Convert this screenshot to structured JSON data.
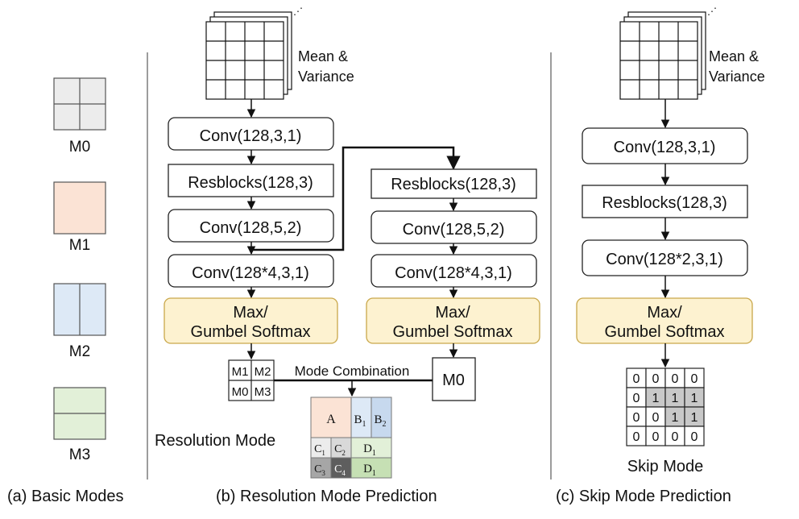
{
  "basic_modes": {
    "caption": "(a) Basic Modes",
    "m0": "M0",
    "m1": "M1",
    "m2": "M2",
    "m3": "M3"
  },
  "resolution": {
    "caption": "(b) Resolution Mode Prediction",
    "input_label_line1": "Mean &",
    "input_label_line2": "Variance",
    "conv1": "Conv(128,3,1)",
    "resblocks_left": "Resblocks(128,3)",
    "conv2_left": "Conv(128,5,2)",
    "conv3_left": "Conv(128*4,3,1)",
    "softmax_left_line1": "Max/",
    "softmax_left_line2": "Gumbel Softmax",
    "resblocks_right": "Resblocks(128,3)",
    "conv2_right": "Conv(128,5,2)",
    "conv3_right": "Conv(128*4,3,1)",
    "softmax_right_line1": "Max/",
    "softmax_right_line2": "Gumbel Softmax",
    "mini_grid": [
      "M1",
      "M2",
      "M0",
      "M3"
    ],
    "mode_combination": "Mode Combination",
    "m0_box": "M0",
    "resolution_mode": "Resolution Mode",
    "cells": {
      "a": "A",
      "b": "B",
      "b1": "1",
      "b2": "2",
      "c": "C",
      "c1": "1",
      "c2": "2",
      "c3": "3",
      "c4": "4",
      "d": "D",
      "d1": "1"
    }
  },
  "skip": {
    "caption": "(c) Skip Mode Prediction",
    "input_label_line1": "Mean &",
    "input_label_line2": "Variance",
    "conv1": "Conv(128,3,1)",
    "resblocks": "Resblocks(128,3)",
    "conv2": "Conv(128*2,3,1)",
    "softmax_line1": "Max/",
    "softmax_line2": "Gumbel Softmax",
    "skip_mode": "Skip Mode",
    "grid_values": [
      [
        0,
        0,
        0,
        0
      ],
      [
        0,
        1,
        1,
        1
      ],
      [
        0,
        0,
        1,
        1
      ],
      [
        0,
        0,
        0,
        0
      ]
    ]
  },
  "colors": {
    "m0": "#ececec",
    "m1": "#fbe3d5",
    "m2": "#dde9f6",
    "m3": "#e2f0d8",
    "softmax": "#fdf2d0",
    "softmax_border": "#c9a74a",
    "skip_on": "#c8c8c8"
  }
}
